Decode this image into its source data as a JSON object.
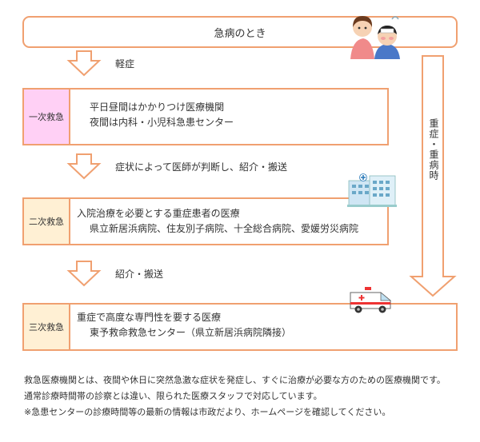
{
  "top": {
    "label": "急病のとき"
  },
  "arrows": {
    "a1": "軽症",
    "a2": "症状によって医師が判断し、紹介・搬送",
    "a3": "紹介・搬送",
    "severe": "重症・重病時"
  },
  "levels": [
    {
      "label": "一次救急",
      "lines": [
        "平日昼間はかかりつけ医療機関",
        "夜間は内科・小児科急患センター"
      ]
    },
    {
      "label": "二次救急",
      "lines": [
        "入院治療を必要とする重症患者の医療",
        "県立新居浜病院、住友別子病院、十全総合病院、愛媛労災病院"
      ]
    },
    {
      "label": "三次救急",
      "lines": [
        "重症で高度な専門性を要する医療",
        "東予救命救急センター（県立新居浜病院隣接）"
      ]
    }
  ],
  "notes": [
    "救急医療機関とは、夜間や休日に突然急激な症状を発症し、すぐに治療が必要な方のための医療機関です。",
    "通常診療時間帯の診察とは違い、限られた医療スタッフで対応しています。",
    "※急患センターの診療時間等の最新の情報は市政だより、ホームページを確認してください。"
  ],
  "colors": {
    "border": "#f0a070",
    "pink": "#ffd0f5",
    "cream": "#fff0d4"
  },
  "icons": [
    "sick-child-illustration",
    "hospital-illustration",
    "ambulance-illustration"
  ]
}
